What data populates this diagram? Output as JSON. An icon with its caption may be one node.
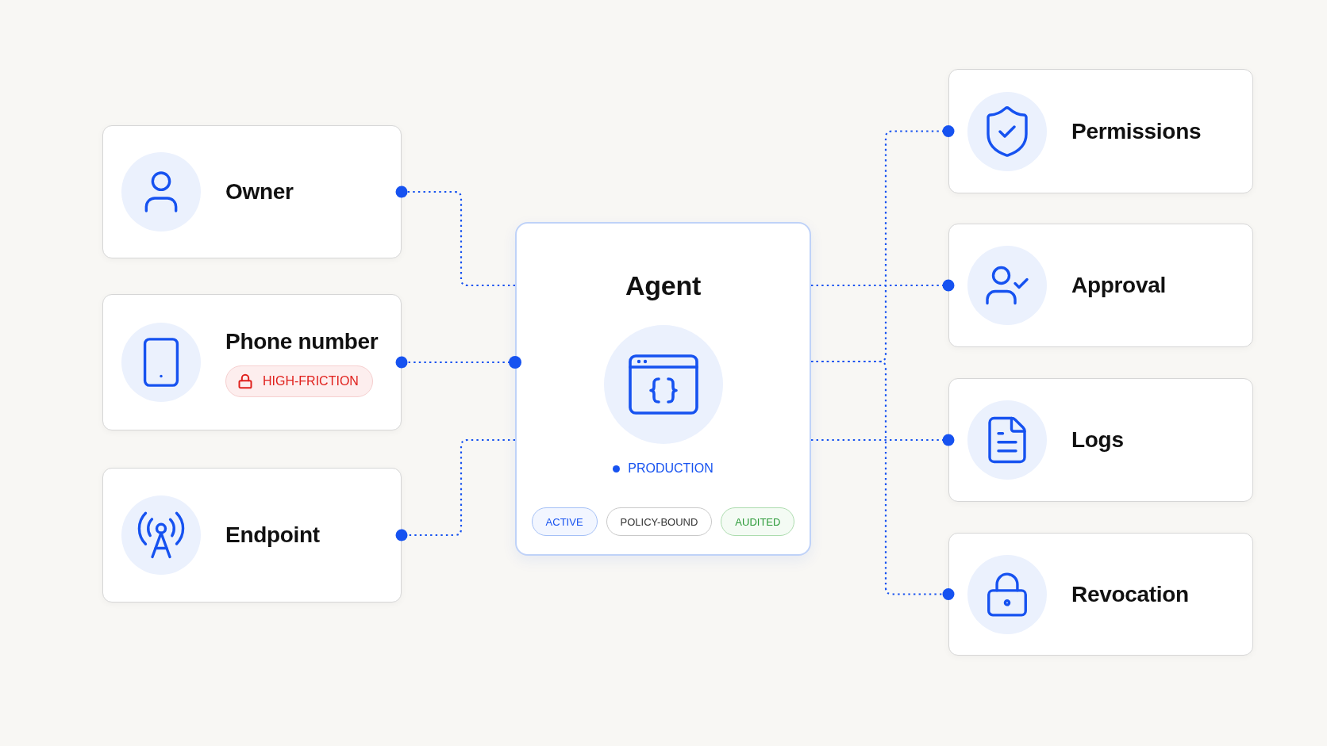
{
  "diagram": {
    "nodes": [
      {
        "text": [
          "Owner"
        ]
      },
      {
        "text": [
          "Phone number"
        ]
      },
      {
        "text": [
          "HIGH-FRICTION"
        ],
        "in": 1
      },
      {
        "text": [
          "Endpoint"
        ]
      },
      {
        "text": [
          "Agent",
          "PRODUCTION"
        ]
      },
      {
        "text": [
          "ACTIVE"
        ],
        "in": 4
      },
      {
        "text": [
          "POLICY-BOUND"
        ],
        "in": 4
      },
      {
        "text": [
          "AUDITED"
        ],
        "in": 4
      },
      {
        "text": [
          "Permissions"
        ]
      },
      {
        "text": [
          "Approval"
        ]
      },
      {
        "text": [
          "Logs"
        ]
      },
      {
        "text": [
          "Revocation"
        ]
      }
    ],
    "edges": [
      {
        "from": 4,
        "to": 0,
        "arrow": "other"
      },
      {
        "from": 4,
        "to": 1,
        "arrow": "other"
      },
      {
        "from": 4,
        "to": 3,
        "arrow": "other"
      },
      {
        "from": 4,
        "to": 8,
        "arrow": "other"
      },
      {
        "from": 4,
        "to": 9,
        "arrow": "other"
      },
      {
        "from": 4,
        "to": 10,
        "arrow": "other"
      },
      {
        "from": 4,
        "to": 11,
        "arrow": "other"
      }
    ]
  }
}
